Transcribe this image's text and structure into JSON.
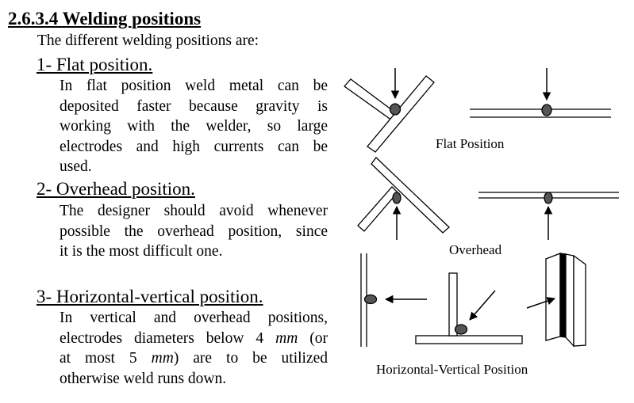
{
  "heading": "2.6.3.4 Welding positions",
  "intro": "The different welding positions are:",
  "sections": [
    {
      "title": "1- Flat position.",
      "lines": [
        "In flat position weld metal can be",
        "deposited faster because gravity is",
        "working with the welder, so large",
        "electrodes and high currents can be",
        "used."
      ]
    },
    {
      "title": "2- Overhead position.",
      "lines": [
        "The designer should avoid whenever",
        "possible the overhead position, since",
        "it is the most difficult one."
      ]
    },
    {
      "title": "3- Horizontal-vertical position.",
      "lines_parts": [
        {
          "a": "In vertical and overhead positions,"
        },
        {
          "a": "electrodes diameters below 4 ",
          "unit": "mm",
          "b": " (or"
        },
        {
          "a": "at most 5 ",
          "unit": "mm",
          "b": ") are to be utilized"
        },
        {
          "a": "otherwise weld runs down."
        }
      ]
    }
  ],
  "figure_captions": {
    "flat": "Flat Position",
    "overhead": "Overhead",
    "horizontal_vertical": "Horizontal-Vertical Position"
  },
  "colors": {
    "weld": "#555555",
    "ink": "#000000"
  }
}
